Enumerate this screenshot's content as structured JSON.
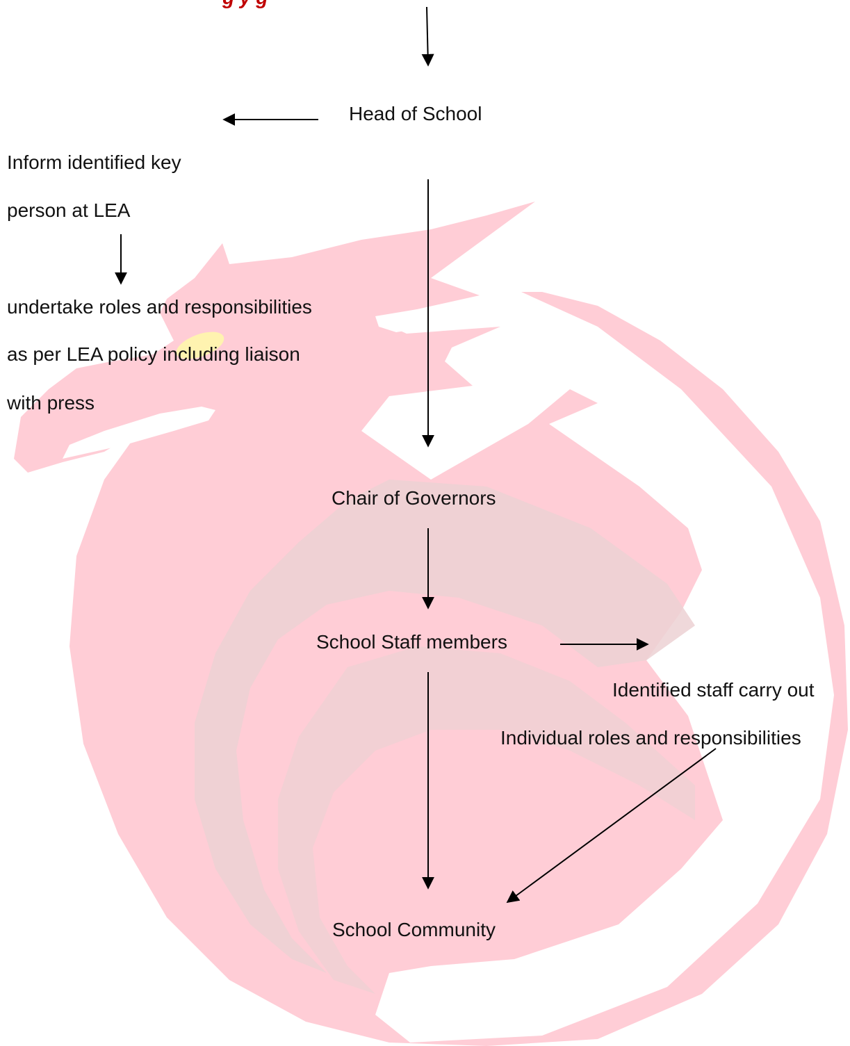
{
  "heading": "g      y         g",
  "nodes": {
    "head_of_school": "Head of School",
    "inform_key_1": "Inform identified key",
    "inform_key_2": "person at LEA",
    "lea_roles_1": "undertake roles and responsibilities",
    "lea_roles_2": "as per LEA policy including liaison",
    "lea_roles_3": "with press",
    "chair_of_governors": "Chair of Governors",
    "school_staff": "School Staff members",
    "identified_staff_1": "Identified staff carry out",
    "identified_staff_2": "Individual roles and responsibilities",
    "school_community": "School Community"
  },
  "colors": {
    "heading": "#c00000",
    "watermark": "#ffcdd6",
    "watermark_shade": "#ecd1d3",
    "watermark_eye": "#fff3b0",
    "arrows": "#000000"
  },
  "icons": {
    "watermark": "phoenix-logo-watermark"
  }
}
